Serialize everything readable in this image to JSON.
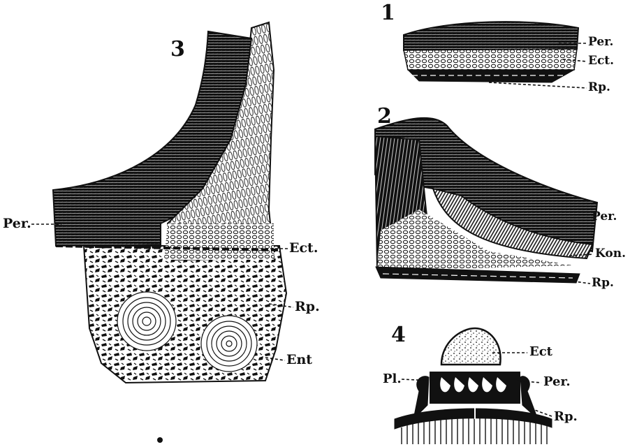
{
  "figures": [
    {
      "number": "1",
      "labels": {
        "per": "Per.",
        "ect": "Ect.",
        "rp": "Rp."
      }
    },
    {
      "number": "2",
      "labels": {
        "per": "Per.",
        "kon": "Kon.",
        "rp": "Rp."
      }
    },
    {
      "number": "3",
      "labels": {
        "per": "Per.",
        "ect": "Ect.",
        "rp": "Rp.",
        "ent": "Ent"
      }
    },
    {
      "number": "4",
      "labels": {
        "ect": "Ect",
        "pl": "Pl.",
        "per": "Per.",
        "rp": "Rp."
      }
    }
  ],
  "colors": {
    "ink": "#111111",
    "paper": "#ffffff"
  }
}
